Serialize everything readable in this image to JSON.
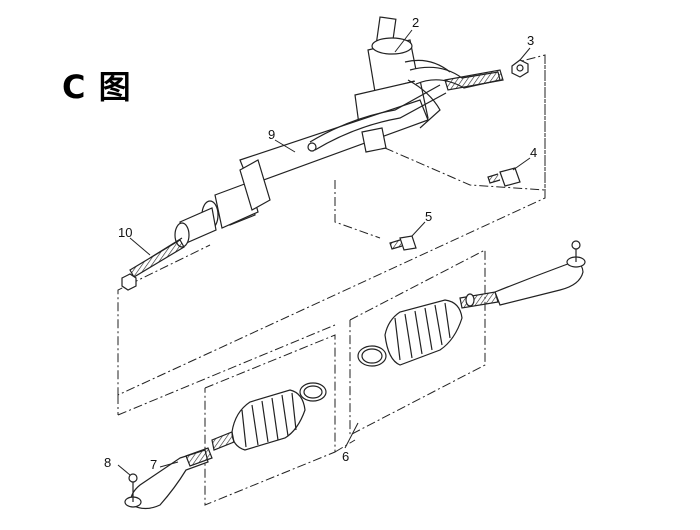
{
  "diagram": {
    "title": "C 图",
    "callouts": [
      {
        "id": "2",
        "label": "2"
      },
      {
        "id": "3",
        "label": "3"
      },
      {
        "id": "4",
        "label": "4"
      },
      {
        "id": "5",
        "label": "5"
      },
      {
        "id": "6",
        "label": "6"
      },
      {
        "id": "7",
        "label": "7"
      },
      {
        "id": "8",
        "label": "8"
      },
      {
        "id": "9",
        "label": "9"
      },
      {
        "id": "10",
        "label": "10"
      }
    ],
    "parts": [
      "steering-gear",
      "tie-rod-end-nut",
      "mounting-bolt",
      "mounting-bolt",
      "bellows-boot-kit",
      "tie-rod-end",
      "tie-rod-end-nut",
      "steering-rack-housing",
      "inner-tie-rod"
    ]
  }
}
